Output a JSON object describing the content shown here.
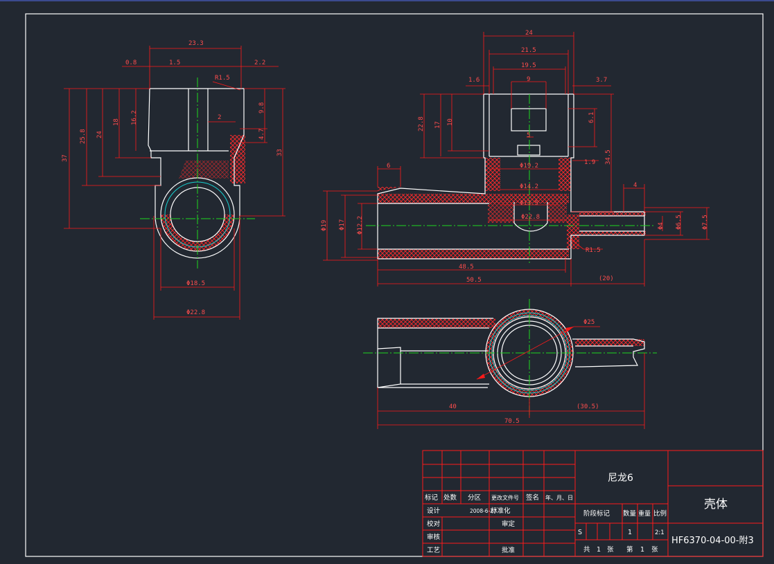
{
  "colors": {
    "background": "#222831",
    "frame": "#ffffff",
    "part_outline": "#ffffff",
    "dimension": "#ff1a1a",
    "centerline": "#1ed81e",
    "hidden": "#18d2d2"
  },
  "left_view": {
    "dims": {
      "top_width": "23.3",
      "d0_8": "0.8",
      "d1_5": "1.5",
      "d2_2": "2.2",
      "r1_5": "R1.5",
      "h37": "37",
      "h25_8": "25.8",
      "h24": "24",
      "h18": "18",
      "h16_2": "16.2",
      "d2": "2",
      "d9_8": "9.8",
      "d4_7": "4.7",
      "h33": "33",
      "phi18_5": "Φ18.5",
      "phi22_8": "Φ22.8"
    }
  },
  "front_view": {
    "dims": {
      "w24": "24",
      "w21_5": "21.5",
      "w19_5": "19.5",
      "w9": "9",
      "d1_6": "1.6",
      "d3_7": "3.7",
      "h22_8": "22.8",
      "h17": "17",
      "h10": "10",
      "d6_1": "6.1",
      "d5": "5",
      "d1_9": "1.9",
      "h34_5": "34.5",
      "phi19_2": "Φ19.2",
      "phi14_2": "Φ14.2",
      "phi13_5": "Φ13.5",
      "phi22_8": "Φ22.8",
      "d6": "6",
      "phi19": "Φ19",
      "phi17": "Φ17",
      "phi12_2": "Φ12.2",
      "d4": "4",
      "phi4": "Φ4",
      "phi6_5": "Φ6.5",
      "phi7_5": "Φ7.5",
      "r1_5": "R1.5",
      "l48_5": "48.5",
      "l50_5": "50.5",
      "l20": "(20)"
    }
  },
  "top_view": {
    "dims": {
      "phi25": "Φ25",
      "l40": "40",
      "l30_5": "(30.5)",
      "l70_5": "70.5"
    }
  },
  "title_block": {
    "material": "尼龙6",
    "part_name": "壳体",
    "drawing_number": "HF6370-04-00-附3",
    "header": {
      "mark": "标记",
      "count": "处数",
      "zone": "分区",
      "change_doc": "更改文件号",
      "signature": "签名",
      "date": "年、月、日"
    },
    "rows": {
      "design": "设计",
      "design_date": "2008-6-27",
      "standardize": "标准化",
      "check": "校对",
      "review": "审定",
      "audit": "审核",
      "process": "工艺",
      "approve": "批准"
    },
    "stage_mark": "阶段标记",
    "quantity": "数量",
    "weight": "重量",
    "scale": "比例",
    "stage_value": "S",
    "quantity_value": "1",
    "scale_value": "2:1",
    "total_label": "共",
    "total_value": "1",
    "sheet_unit": "张",
    "page_label": "第",
    "page_value": "1",
    "page_unit": "张"
  }
}
